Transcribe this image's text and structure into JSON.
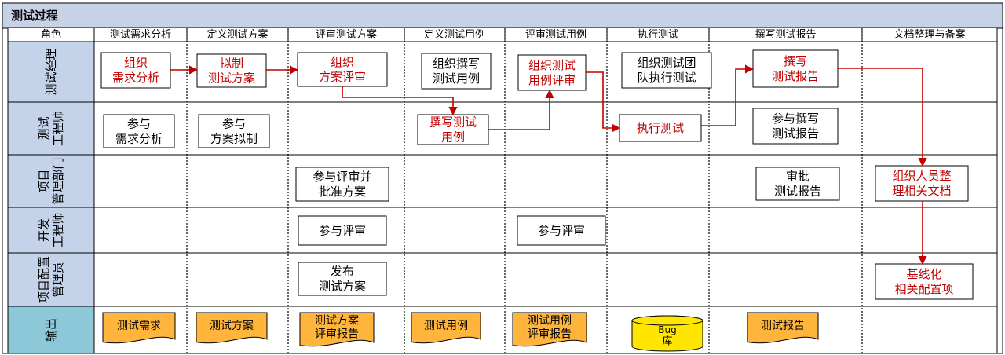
{
  "title": "测试过程",
  "header": {
    "role": "角色",
    "stages": [
      "测试需求分析",
      "定义测试方案",
      "评审测试方案",
      "定义测试用例",
      "评审测试用例",
      "执行测试",
      "撰写测试报告",
      "文档整理与备案"
    ]
  },
  "lanes": [
    {
      "label": "测试经理",
      "lines": [
        "测试经理"
      ]
    },
    {
      "label": "测试工程师",
      "lines": [
        "测试",
        "工程师"
      ]
    },
    {
      "label": "项目管理部门",
      "lines": [
        "项目",
        "管理部门"
      ]
    },
    {
      "label": "开发工程师",
      "lines": [
        "开发",
        "工程师"
      ]
    },
    {
      "label": "项目配置管理员",
      "lines": [
        "项目配置",
        "管理员"
      ]
    },
    {
      "label": "输出",
      "lines": [
        "输出"
      ]
    }
  ],
  "tasks": [
    {
      "id": "t1",
      "lines": [
        "组织",
        "需求分析"
      ],
      "color": "#c00000"
    },
    {
      "id": "t2",
      "lines": [
        "拟制",
        "测试方案"
      ],
      "color": "#c00000"
    },
    {
      "id": "t3",
      "lines": [
        "组织",
        "方案评审"
      ],
      "color": "#c00000"
    },
    {
      "id": "t4",
      "lines": [
        "组织撰写",
        "测试用例"
      ],
      "color": "#000000"
    },
    {
      "id": "t5",
      "lines": [
        "组织测试",
        "用例评审"
      ],
      "color": "#c00000"
    },
    {
      "id": "t6",
      "lines": [
        "组织测试团",
        "队执行测试"
      ],
      "color": "#000000"
    },
    {
      "id": "t7",
      "lines": [
        "撰写",
        "测试报告"
      ],
      "color": "#c00000"
    },
    {
      "id": "t8",
      "lines": [
        "参与",
        "需求分析"
      ],
      "color": "#000000"
    },
    {
      "id": "t9",
      "lines": [
        "参与",
        "方案拟制"
      ],
      "color": "#000000"
    },
    {
      "id": "t10",
      "lines": [
        "撰写测试",
        "用例"
      ],
      "color": "#c00000"
    },
    {
      "id": "t11",
      "lines": [
        "执行测试"
      ],
      "color": "#c00000"
    },
    {
      "id": "t12",
      "lines": [
        "参与撰写",
        "测试报告"
      ],
      "color": "#000000"
    },
    {
      "id": "t13",
      "lines": [
        "参与评审并",
        "批准方案"
      ],
      "color": "#000000"
    },
    {
      "id": "t14",
      "lines": [
        "审批",
        "测试报告"
      ],
      "color": "#000000"
    },
    {
      "id": "t15",
      "lines": [
        "组织人员整",
        "理相关文档"
      ],
      "color": "#c00000"
    },
    {
      "id": "t16",
      "lines": [
        "参与评审"
      ],
      "color": "#000000"
    },
    {
      "id": "t17",
      "lines": [
        "参与评审"
      ],
      "color": "#000000"
    },
    {
      "id": "t18",
      "lines": [
        "发布",
        "测试方案"
      ],
      "color": "#000000"
    },
    {
      "id": "t19",
      "lines": [
        "基线化",
        "相关配置项"
      ],
      "color": "#c00000"
    }
  ],
  "outputs": [
    {
      "id": "o1",
      "lines": [
        "测试需求"
      ],
      "shape": "document"
    },
    {
      "id": "o2",
      "lines": [
        "测试方案"
      ],
      "shape": "document"
    },
    {
      "id": "o3",
      "lines": [
        "测试方案",
        "评审报告"
      ],
      "shape": "document"
    },
    {
      "id": "o4",
      "lines": [
        "测试用例"
      ],
      "shape": "document"
    },
    {
      "id": "o5",
      "lines": [
        "测试用例",
        "评审报告"
      ],
      "shape": "document"
    },
    {
      "id": "o6",
      "lines": [
        "Bug",
        "库"
      ],
      "shape": "cylinder"
    },
    {
      "id": "o7",
      "lines": [
        "测试报告"
      ],
      "shape": "document"
    }
  ],
  "colors": {
    "title_bar": "#c8d2e6",
    "lane_label_bg": "#c5d3ea",
    "output_label_bg": "#8cc8d8",
    "document_fill": "#ffb43c",
    "cylinder_fill": "#ffe600",
    "flow_arrow": "#c00000",
    "flow_text": "#c00000"
  }
}
